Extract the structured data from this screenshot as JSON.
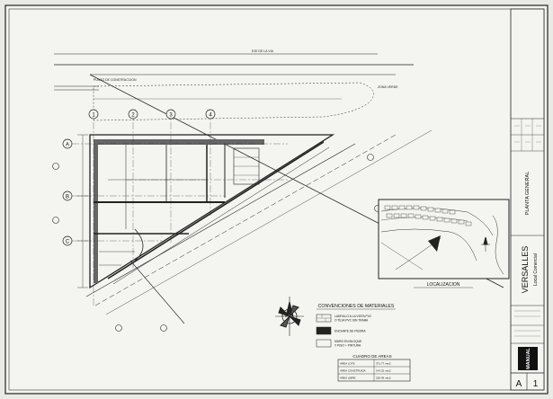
{
  "plan": {
    "grid_columns": [
      "1",
      "2",
      "3",
      "4"
    ],
    "grid_rows": [
      "A",
      "B",
      "C"
    ],
    "label_top_street": "EJE DE LA VIA",
    "label_construction_line": "PUNTO DE CONSTRUCCION",
    "label_green_zone": "ZONA VERDE"
  },
  "inset": {
    "caption": "LOCALIZACION"
  },
  "legend": {
    "title": "CONVENCIONES DE MATERIALES",
    "items": [
      {
        "line1": "LADRILLO A LA VISTA PVC",
        "line2": "O TEJA PVC SIN TRABA"
      },
      {
        "line1": "ENCHAPE DE PIEDRA",
        "line2": ""
      },
      {
        "line1": "MURO EN BLOQUE",
        "line2": "Y PISO + PINTURA"
      }
    ]
  },
  "areas": {
    "title": "CUADRO DE AREAS",
    "rows": [
      {
        "label": "AREA LOTE",
        "value": "371.77 mts2"
      },
      {
        "label": "AREA CONSTRUIDA",
        "value": "143.32 mts2"
      },
      {
        "label": "AREA LIBRE",
        "value": "228.45 mts2"
      }
    ]
  },
  "title_block": {
    "drawing_name": "PLANTA GENERAL",
    "project_name": "VERSALLES",
    "project_subtitle": "Local Comercial",
    "logo_text": "MANUAL",
    "sheet_letter": "A",
    "sheet_number": "1"
  }
}
